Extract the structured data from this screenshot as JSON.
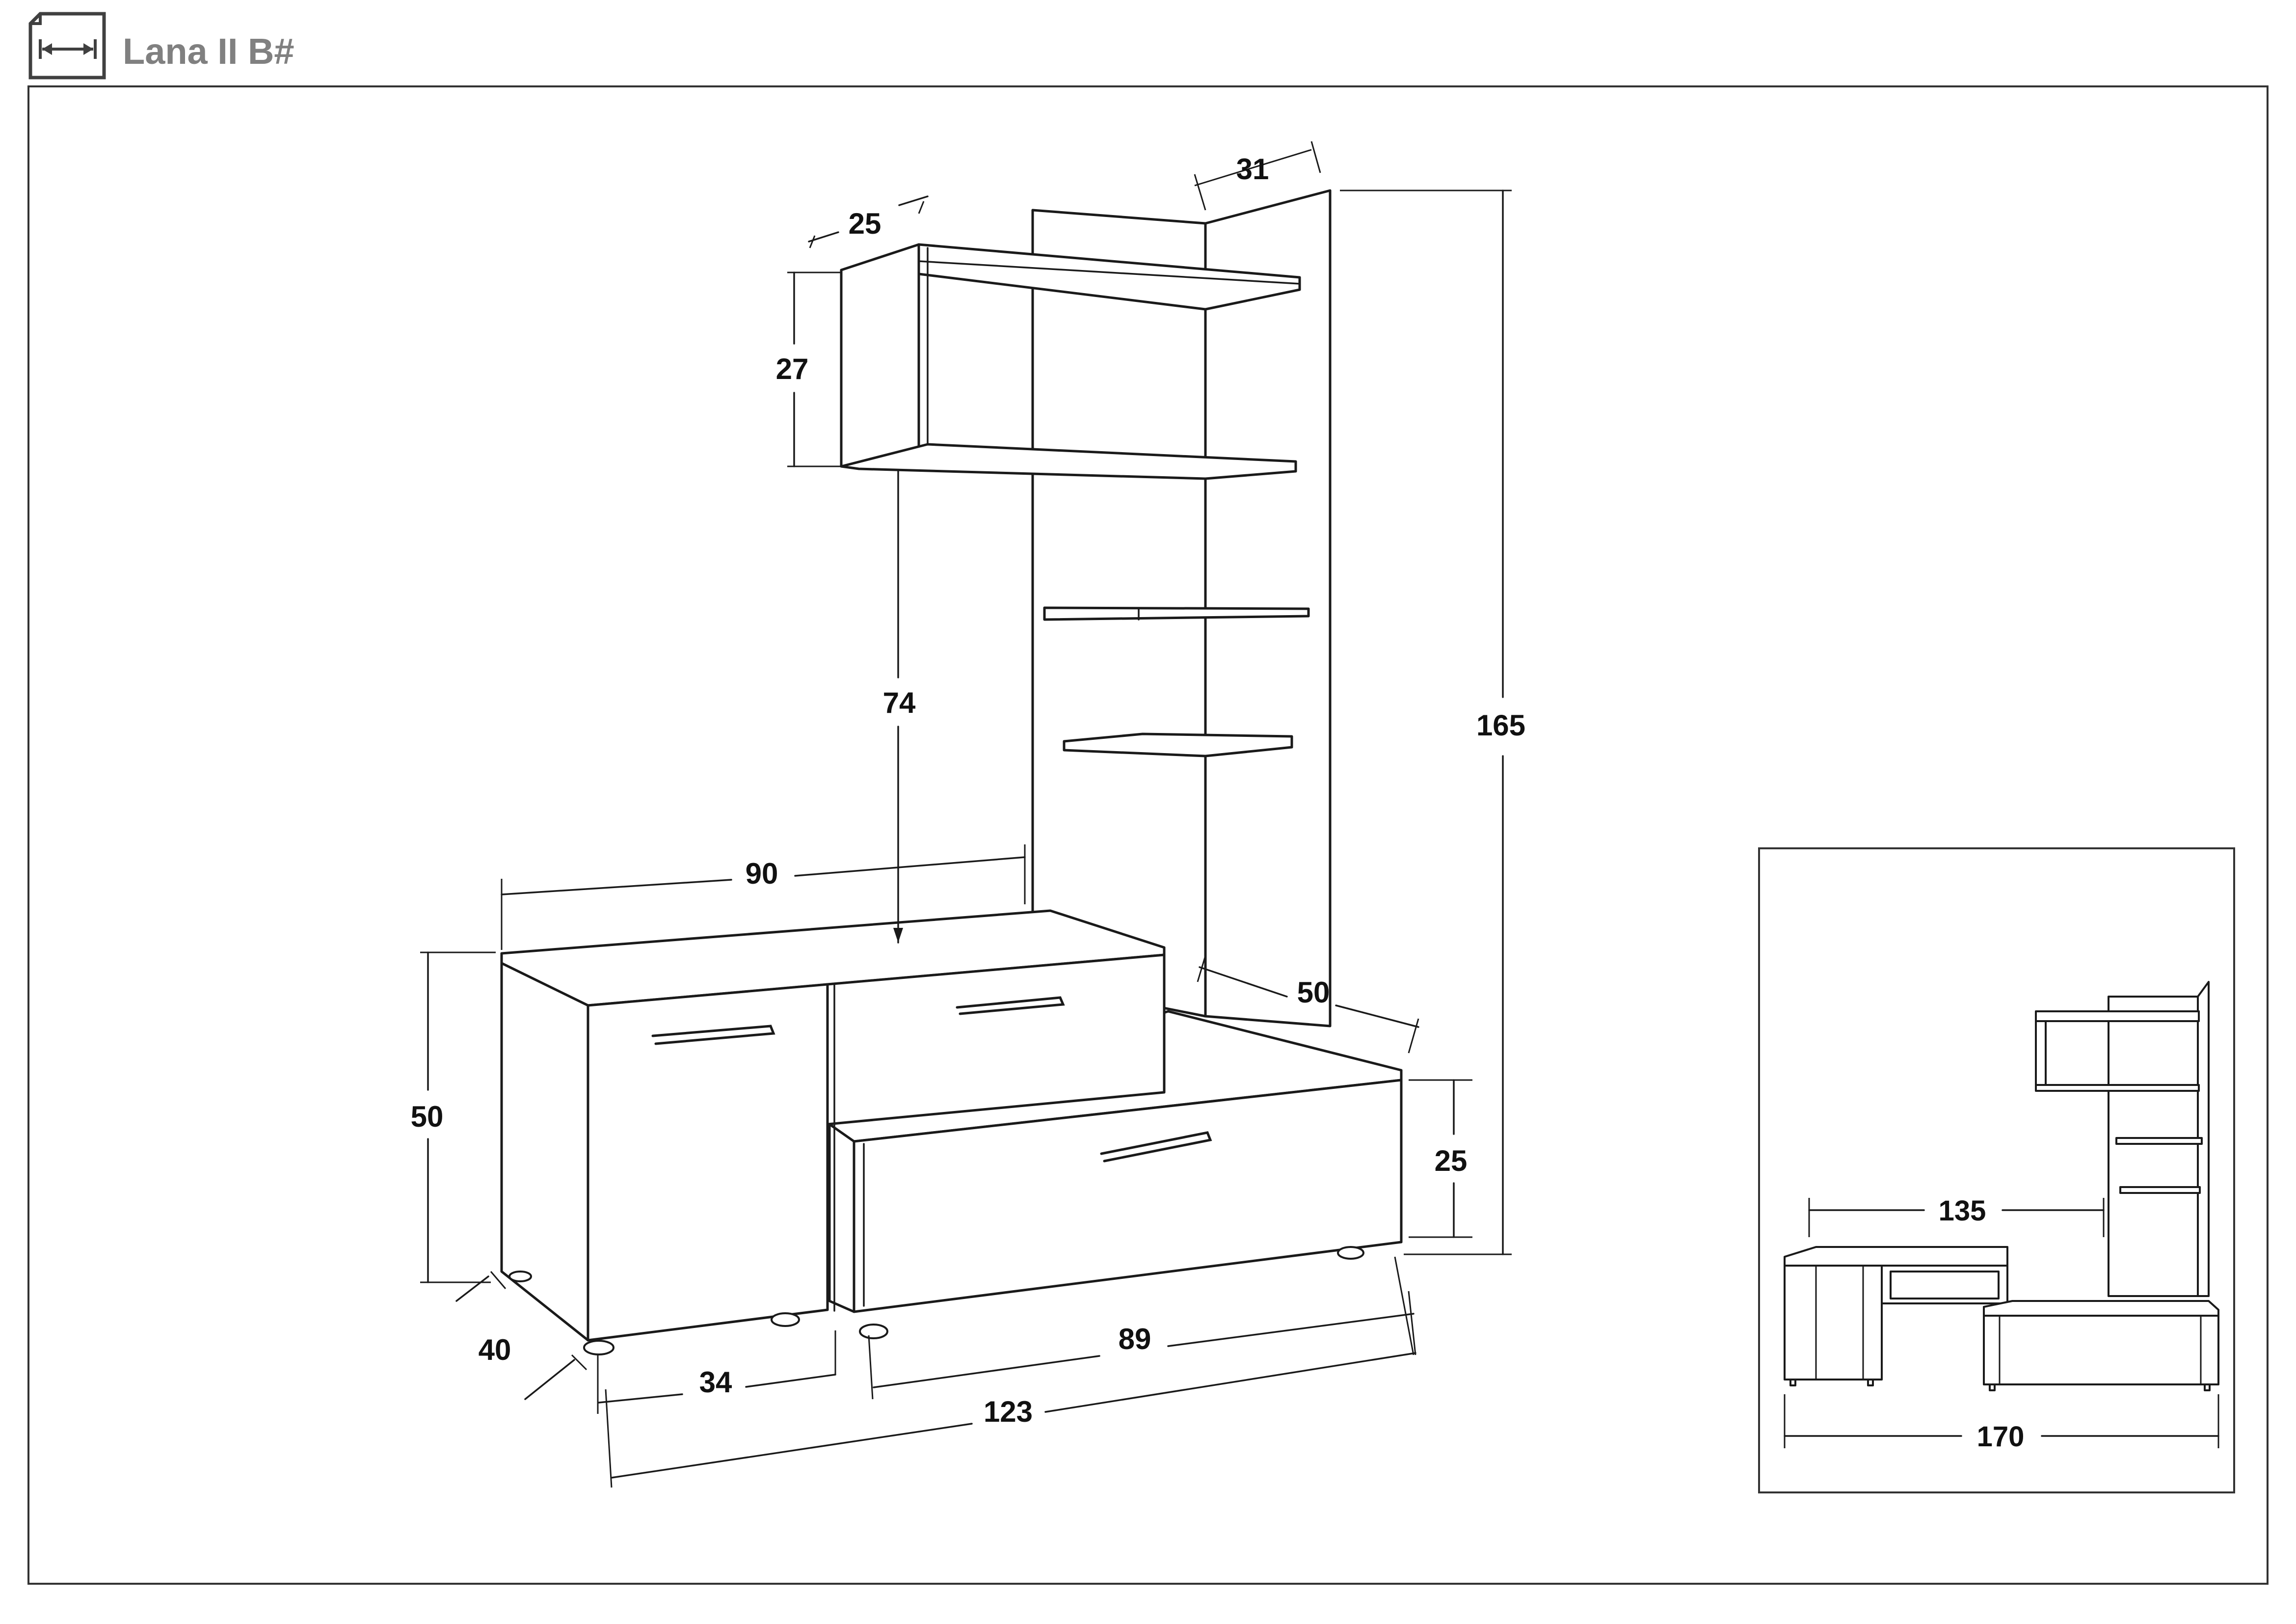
{
  "header": {
    "title": "Lana II B#",
    "icon": "dimension-ruler-icon"
  },
  "dimensions": {
    "top_cabinet_depth": "25",
    "panel_depth": "31",
    "top_cabinet_height": "27",
    "clearance_height": "74",
    "total_height": "165",
    "upper_unit_width": "90",
    "low_unit_depth": "50",
    "tall_unit_height": "50",
    "low_unit_height": "25",
    "tall_unit_depth": "40",
    "door_width": "34",
    "low_unit_width": "89",
    "total_width": "123"
  },
  "inset": {
    "width_135": "135",
    "width_170": "170"
  },
  "colors": {
    "line": "#1a1a1a",
    "title": "#808080",
    "background": "#ffffff"
  }
}
